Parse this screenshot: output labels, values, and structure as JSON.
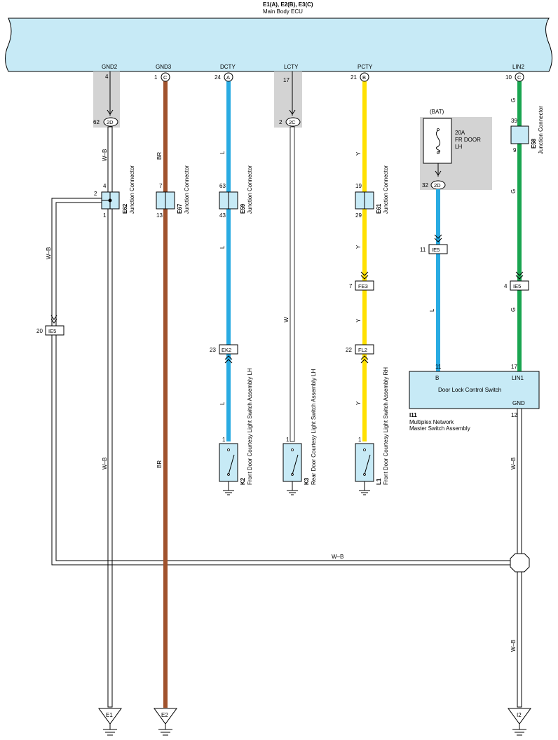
{
  "ecu": {
    "code": "E1(A), E2(B), E3(C)",
    "name": "Main Body ECU"
  },
  "colors": {
    "w_b": "#ffffff",
    "br": "#a0522d",
    "l": "#29abe2",
    "y": "#ffe000",
    "g": "#19a550",
    "w": "#ffffff",
    "ecu_fill": "#c7eaf6",
    "shade": "#d3d3d3"
  },
  "terminals": {
    "gnd2": {
      "name": "GND2",
      "pin": "4"
    },
    "gnd3": {
      "name": "GND3",
      "pin": "1",
      "conn": "C"
    },
    "dcty": {
      "name": "DCTY",
      "pin": "24",
      "conn": "A"
    },
    "lcty": {
      "name": "LCTY",
      "pin": "17"
    },
    "pcty": {
      "name": "PCTY",
      "pin": "21",
      "conn": "B"
    },
    "lin2": {
      "name": "LIN2",
      "pin": "10",
      "conn": "C"
    }
  },
  "wires": {
    "wb": "W–B",
    "br": "BR",
    "l": "L",
    "w": "W",
    "y": "Y",
    "g": "G"
  },
  "junctions": {
    "j2d_left": {
      "label": "2D",
      "pin": "62"
    },
    "j2c": {
      "label": "2C",
      "pin": "2"
    },
    "e62": {
      "code": "E62",
      "name": "Junction Connector",
      "pin_top": "4",
      "pin_bottom": "1",
      "pin_left": "2"
    },
    "e67": {
      "code": "E67",
      "name": "Junction Connector",
      "pin_top": "7",
      "pin_bottom": "13"
    },
    "e59": {
      "code": "E59",
      "name": "Junction Connector",
      "pin_top": "63",
      "pin_bottom": "43"
    },
    "e61": {
      "code": "E61",
      "name": "Junction Connector",
      "pin_top": "19",
      "pin_bottom": "29"
    },
    "e58": {
      "code": "E58",
      "name": "Junction Connector",
      "pin_top": "39",
      "pin_bottom": "9"
    }
  },
  "connectors": {
    "ie5_left": {
      "label": "IE5",
      "pin": "20"
    },
    "ek2": {
      "label": "EK2",
      "pin": "23"
    },
    "fe3": {
      "label": "FE3",
      "pin": "7"
    },
    "fl2": {
      "label": "FL2",
      "pin": "22"
    },
    "ie5_b": {
      "label": "IE5",
      "pin": "11"
    },
    "ie5_g": {
      "label": "IE5",
      "pin": "4"
    }
  },
  "fuse": {
    "source": "(BAT)",
    "rating": "20A",
    "name": "FR DOOR",
    "side": "LH",
    "junction": "2D",
    "junction_pin": "32"
  },
  "switches": {
    "k2": {
      "code": "K2",
      "name": "Front Door Courtesy Light Switch Assembly LH",
      "pin": "1"
    },
    "k3": {
      "code": "K3",
      "name": "Rear Door Courtesy Light Switch Assembly LH",
      "pin": "1"
    },
    "l1": {
      "code": "L1",
      "name": "Front Door Courtesy Light Switch Assembly RH",
      "pin": "1"
    }
  },
  "master": {
    "title": "Door Lock Control Switch",
    "pin_b": "11",
    "label_b": "B",
    "pin_lin": "17",
    "label_lin": "LIN1",
    "label_gnd": "GND",
    "pin_gnd": "12",
    "code": "I11",
    "name_line1": "Multiplex Network",
    "name_line2": "Master Switch Assembly"
  },
  "grounds": {
    "e1": "E1",
    "e2": "E2",
    "i2": "I2"
  }
}
